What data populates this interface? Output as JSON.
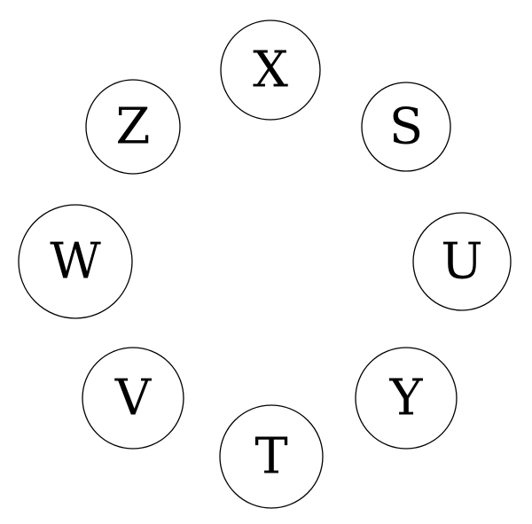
{
  "diagram": {
    "nodes": [
      {
        "id": "node-x",
        "label": "X"
      },
      {
        "id": "node-s",
        "label": "S"
      },
      {
        "id": "node-u",
        "label": "U"
      },
      {
        "id": "node-y",
        "label": "Y"
      },
      {
        "id": "node-t",
        "label": "T"
      },
      {
        "id": "node-v",
        "label": "V"
      },
      {
        "id": "node-w",
        "label": "W"
      },
      {
        "id": "node-z",
        "label": "Z"
      }
    ],
    "colors": {
      "stroke": "#000000",
      "fill": "#ffffff",
      "text": "#000000"
    }
  }
}
